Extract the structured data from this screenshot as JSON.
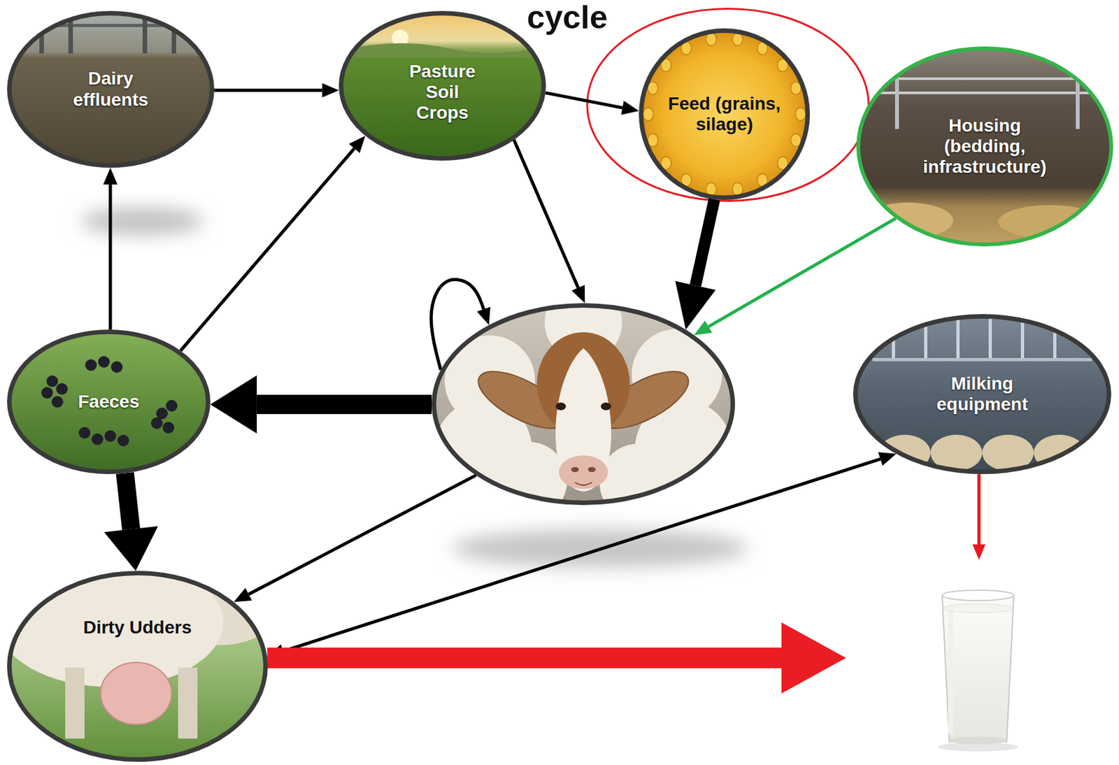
{
  "diagram": {
    "title": "cycle",
    "nodes": [
      {
        "text": [
          "Dairy effluents"
        ]
      },
      {
        "text": [
          "Pasture Soil Crops"
        ]
      },
      {
        "text": [
          "Feed (grains, silage)"
        ]
      },
      {
        "text": [
          "Housing (bedding, infrastructure)"
        ]
      },
      {
        "text": [
          "Faeces"
        ]
      },
      {
        "text": []
      },
      {
        "text": [
          "Milking equipment"
        ]
      },
      {
        "text": [
          "Dirty Udders"
        ]
      },
      {
        "text": []
      }
    ],
    "edges": [
      {
        "from": 0,
        "to": 1,
        "arrow": "to"
      },
      {
        "from": 1,
        "to": 2,
        "arrow": "to"
      },
      {
        "from": 1,
        "to": 5,
        "arrow": "to"
      },
      {
        "from": 2,
        "to": 5,
        "arrow": "to"
      },
      {
        "from": 3,
        "to": 5,
        "arrow": "to"
      },
      {
        "from": 5,
        "to": 5,
        "arrow": "to"
      },
      {
        "from": 5,
        "to": 4,
        "arrow": "to"
      },
      {
        "from": 4,
        "to": 0,
        "arrow": "to"
      },
      {
        "from": 4,
        "to": 1,
        "arrow": "to"
      },
      {
        "from": 4,
        "to": 7,
        "arrow": "to"
      },
      {
        "from": 5,
        "to": 7,
        "arrow": "to"
      },
      {
        "from": 7,
        "to": 6,
        "arrow": "both"
      },
      {
        "from": 6,
        "to": 8,
        "arrow": "to"
      },
      {
        "from": 7,
        "to": 8,
        "arrow": "to"
      }
    ]
  }
}
